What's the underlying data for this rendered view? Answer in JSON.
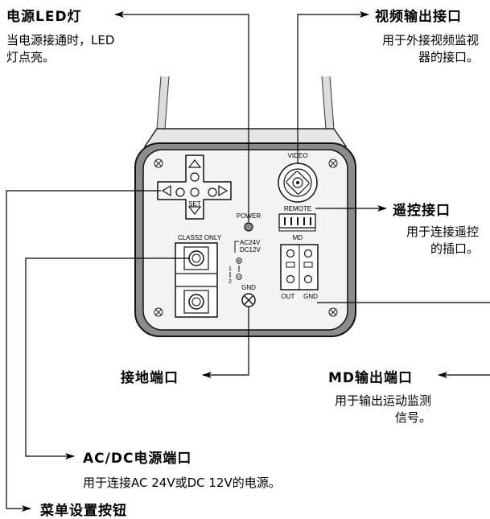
{
  "callouts": {
    "power_led": {
      "title": "电源LED灯",
      "desc_line1": "当电源接通时，LED",
      "desc_line2": "灯点亮。"
    },
    "video_out": {
      "title": "视频输出接口",
      "desc_line1": "用于外接视频监视",
      "desc_line2": "器的接口。"
    },
    "remote": {
      "title": "遥控接口",
      "desc_line1": "用于连接遥控",
      "desc_line2": "的插口。"
    },
    "ground": {
      "title": "接地端口"
    },
    "md_out": {
      "title": "MD输出端口",
      "desc_line1": "用于输出运动监测",
      "desc_line2": "信号。"
    },
    "power_port": {
      "title": "AC/DC电源端口",
      "desc_line1": "用于连接AC 24V或DC 12V的电源。"
    },
    "menu_buttons": {
      "title": "菜单设置按钮"
    }
  },
  "panel": {
    "video": "VIDEO",
    "power": "POWER",
    "remote": "REMOTE",
    "class2": "CLASS2 ONLY",
    "ac24v": "AC24V",
    "dc12v": "DC12V",
    "md": "MD",
    "out": "OUT",
    "gnd_md": "GND",
    "gnd": "GND",
    "set": "SET",
    "pin1": "1",
    "pin2": "2"
  }
}
